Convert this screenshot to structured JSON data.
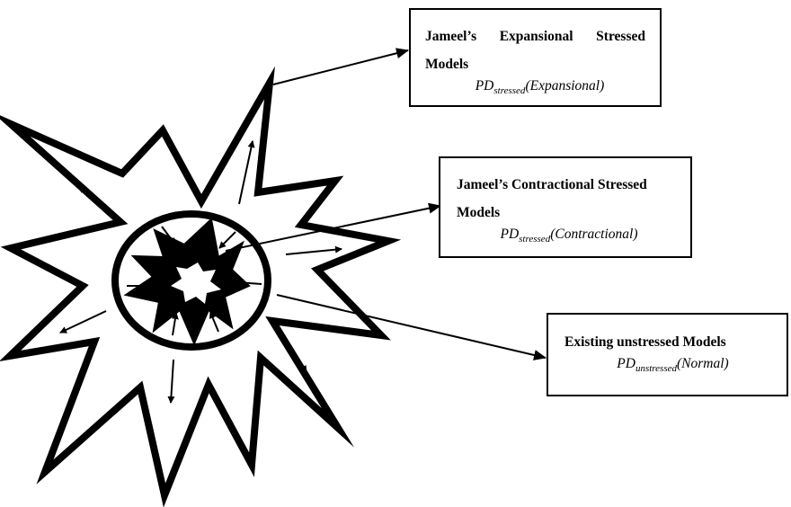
{
  "boxes": {
    "expansional": {
      "title": "Jameel’s Expansional Stressed Models",
      "formula_base": "PD",
      "formula_sub": "stressed",
      "formula_arg": "(Expansional)"
    },
    "contractional": {
      "title": "Jameel’s Contractional Stressed Models",
      "formula_base": "PD",
      "formula_sub": "stressed",
      "formula_arg": "(Contractional)"
    },
    "unstressed": {
      "title": "Existing unstressed Models",
      "formula_base": "PD",
      "formula_sub": "unstressed",
      "formula_arg": "(Normal)"
    }
  },
  "colors": {
    "stroke": "#000000",
    "fill": "#ffffff"
  }
}
